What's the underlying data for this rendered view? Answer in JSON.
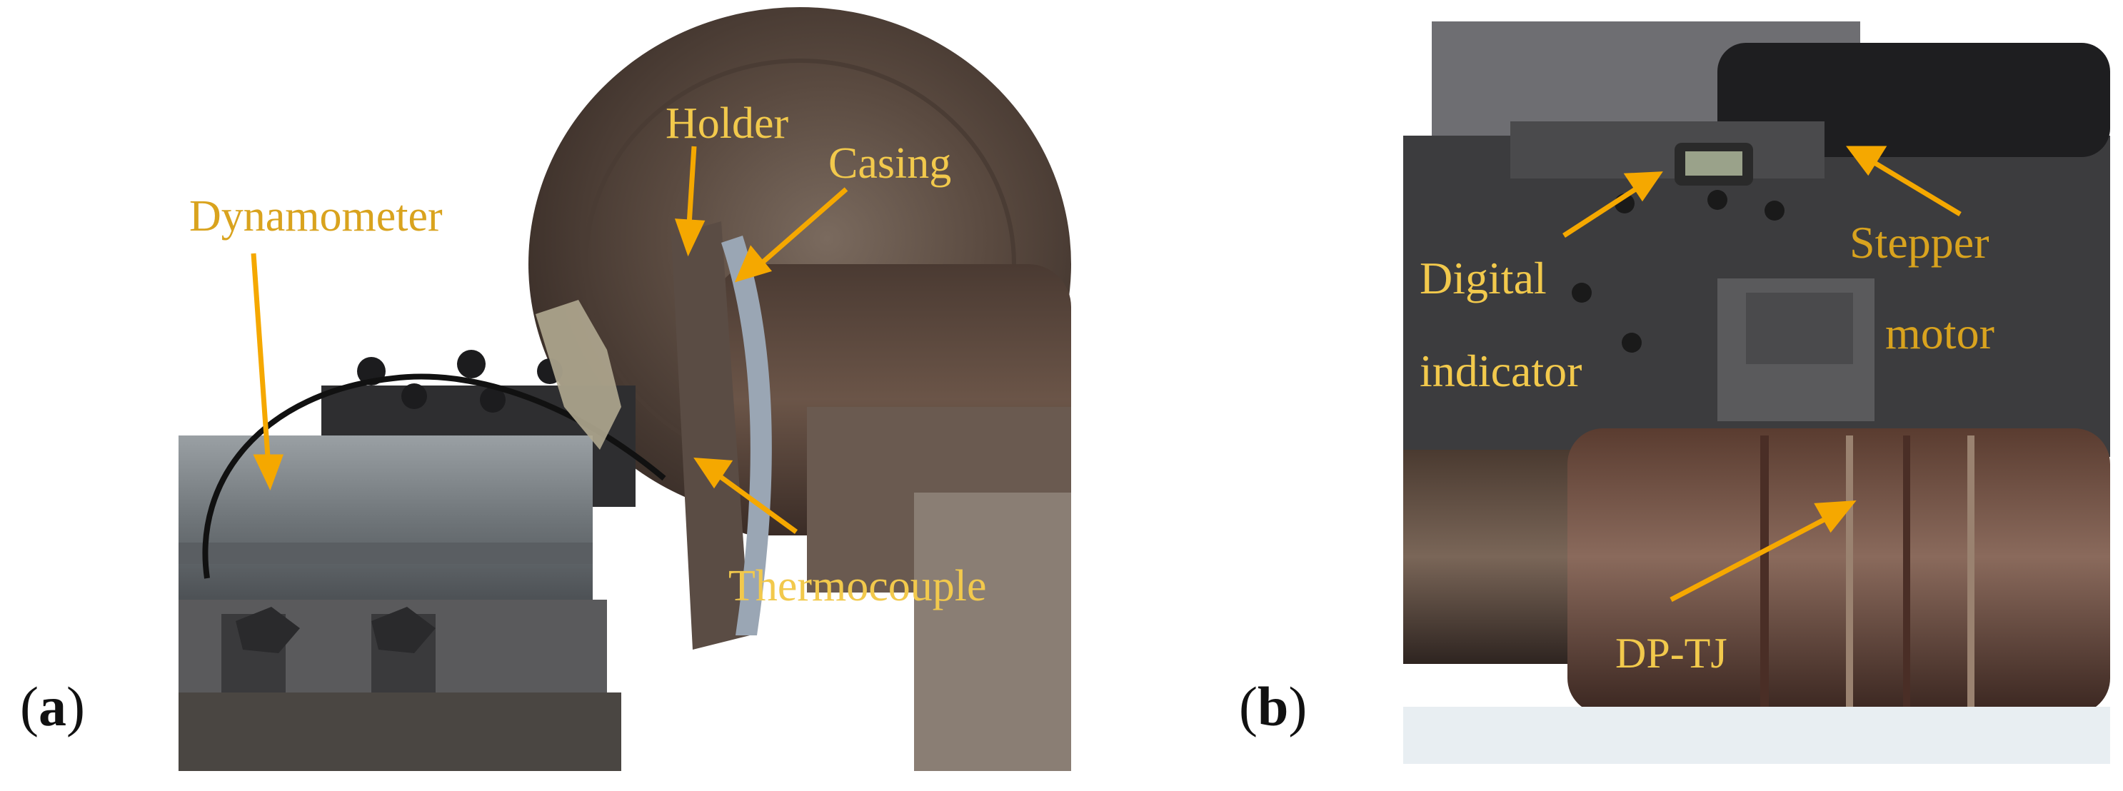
{
  "panels": [
    {
      "id": "a",
      "label_open": "(",
      "label_letter": "a",
      "label_close": ")",
      "annotations": {
        "holder": "Holder",
        "casing": "Casing",
        "dynamometer": "Dynamometer",
        "thermocouple": "Thermocouple"
      }
    },
    {
      "id": "b",
      "label_open": "(",
      "label_letter": "b",
      "label_close": ")",
      "annotations": {
        "digital_line1": "Digital",
        "digital_line2": "indicator",
        "stepper_line1": "Stepper",
        "stepper_line2": "motor",
        "dptj": "DP-TJ"
      }
    }
  ],
  "colors": {
    "annotation": "#F2C94C",
    "annotation_dark": "#D9A31E",
    "arrow": "#F5A800"
  }
}
